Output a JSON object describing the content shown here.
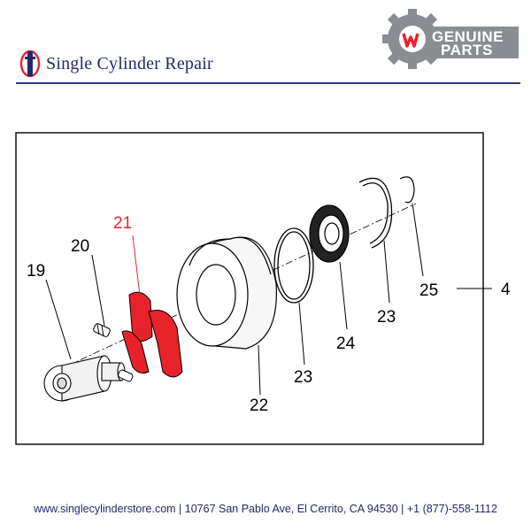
{
  "header": {
    "brand_name": "Single Cylinder Repair",
    "badge_line1": "GENUINE",
    "badge_line2": "PARTS"
  },
  "callouts": {
    "c19": "19",
    "c20": "20",
    "c21": "21",
    "c22": "22",
    "c23a": "23",
    "c23b": "23",
    "c24": "24",
    "c25": "25",
    "c4": "4"
  },
  "highlight_color": "#e8222a",
  "footer": {
    "text": "www.singlecylinderstore.com  |  10767 San Pablo Ave, El Cerrito, CA 94530  |  +1 (877)-558-1112"
  }
}
